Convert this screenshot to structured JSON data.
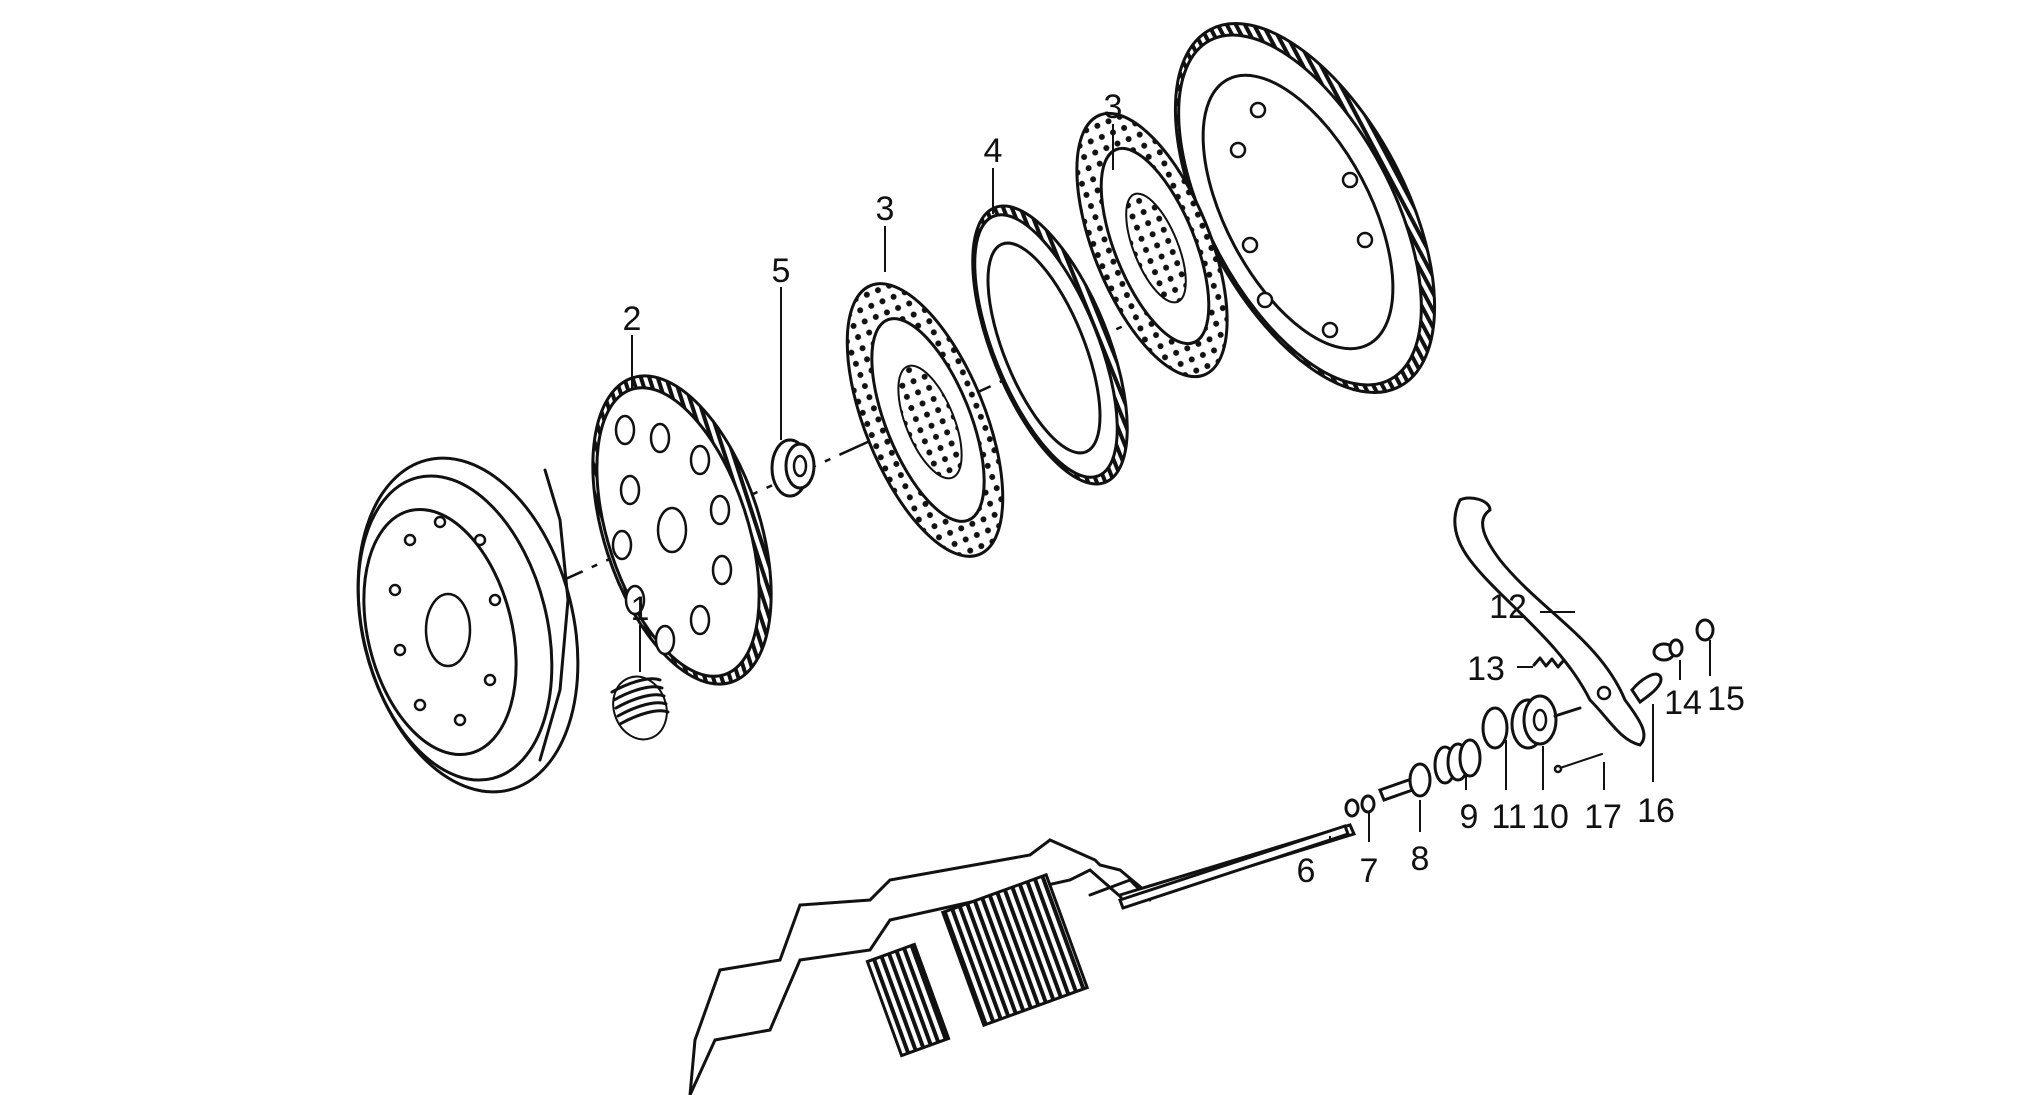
{
  "diagram": {
    "labels": {
      "p1": "1",
      "p2": "2",
      "p3a": "3",
      "p3b": "3",
      "p4": "4",
      "p5": "5",
      "p6": "6",
      "p7": "7",
      "p8": "8",
      "p9": "9",
      "p10": "10",
      "p11": "11",
      "p12": "12",
      "p13": "13",
      "p14": "14",
      "p15": "15",
      "p16": "16",
      "p17": "17"
    }
  }
}
